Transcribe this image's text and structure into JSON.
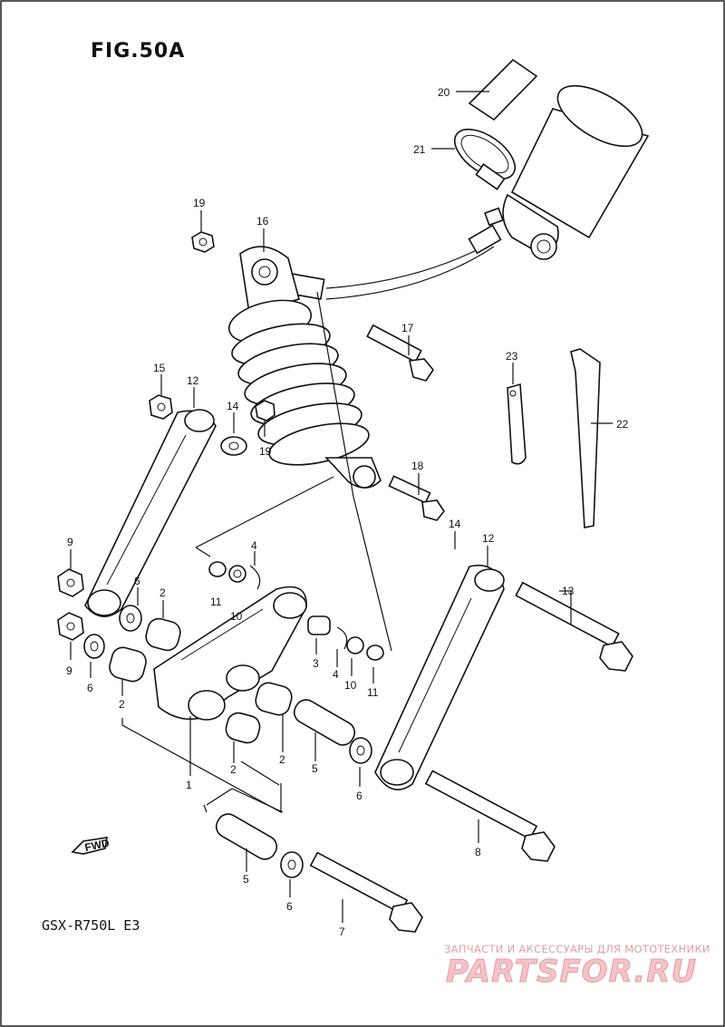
{
  "title": "FIG.50A",
  "model": "GSX-R750L E3",
  "fwd_label": "FWD",
  "watermark": {
    "caption": "ЗАПЧАСТИ И АКСЕССУАРЫ ДЛЯ МОТОТЕХНИКИ",
    "logo": "PARTSFOR.RU"
  },
  "callouts": [
    {
      "id": "c20",
      "label": "20"
    },
    {
      "id": "c21",
      "label": "21"
    },
    {
      "id": "c19a",
      "label": "19"
    },
    {
      "id": "c16",
      "label": "16"
    },
    {
      "id": "c17",
      "label": "17"
    },
    {
      "id": "c23",
      "label": "23"
    },
    {
      "id": "c22",
      "label": "22"
    },
    {
      "id": "c15",
      "label": "15"
    },
    {
      "id": "c12a",
      "label": "12"
    },
    {
      "id": "c14a",
      "label": "14"
    },
    {
      "id": "c19b",
      "label": "19"
    },
    {
      "id": "c18",
      "label": "18"
    },
    {
      "id": "c4a",
      "label": "4"
    },
    {
      "id": "c11a",
      "label": "11"
    },
    {
      "id": "c10a",
      "label": "10"
    },
    {
      "id": "c9a",
      "label": "9"
    },
    {
      "id": "c6a",
      "label": "6"
    },
    {
      "id": "c2a",
      "label": "2"
    },
    {
      "id": "c9b",
      "label": "9"
    },
    {
      "id": "c6b",
      "label": "6"
    },
    {
      "id": "c2b",
      "label": "2"
    },
    {
      "id": "c3",
      "label": "3"
    },
    {
      "id": "c4b",
      "label": "4"
    },
    {
      "id": "c10b",
      "label": "10"
    },
    {
      "id": "c11b",
      "label": "11"
    },
    {
      "id": "c14b",
      "label": "14"
    },
    {
      "id": "c12b",
      "label": "12"
    },
    {
      "id": "c13",
      "label": "13"
    },
    {
      "id": "c2c",
      "label": "2"
    },
    {
      "id": "c2d",
      "label": "2"
    },
    {
      "id": "c5a",
      "label": "5"
    },
    {
      "id": "c6c",
      "label": "6"
    },
    {
      "id": "c1",
      "label": "1"
    },
    {
      "id": "c8",
      "label": "8"
    },
    {
      "id": "c5b",
      "label": "5"
    },
    {
      "id": "c6d",
      "label": "6"
    },
    {
      "id": "c7",
      "label": "7"
    }
  ]
}
